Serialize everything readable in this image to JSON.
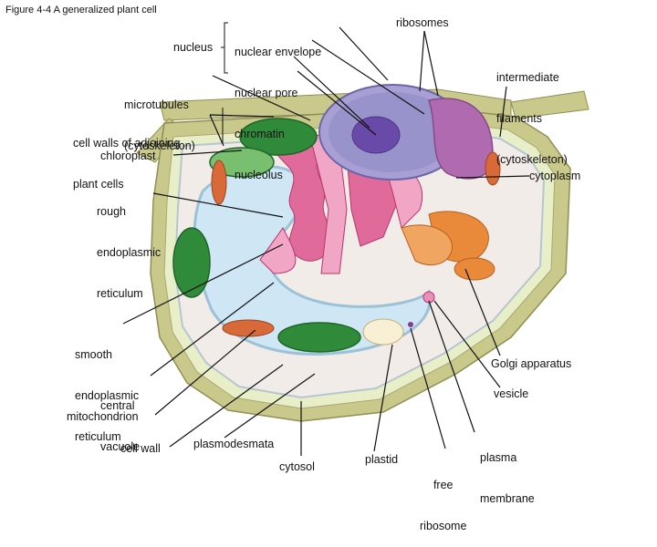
{
  "figure_title": "Figure 4-4 A generalized plant cell",
  "labels": {
    "nuclear_envelope": "nuclear envelope",
    "nuclear_pore": "nuclear pore",
    "chromatin": "chromatin",
    "nucleolus": "nucleolus",
    "nucleus": "nucleus",
    "ribosomes": "ribosomes",
    "intermediate_filaments": [
      "intermediate",
      "filaments",
      "(cytoskeleton)"
    ],
    "microtubules": [
      "microtubules",
      "(cytoskeleton)"
    ],
    "cell_walls": [
      "cell walls of adjoining",
      "plant cells"
    ],
    "chloroplast": "chloroplast",
    "cytoplasm": "cytoplasm",
    "rough_er": [
      "rough",
      "endoplasmic",
      "reticulum"
    ],
    "smooth_er": [
      "smooth",
      "endoplasmic",
      "reticulum"
    ],
    "golgi": "Golgi apparatus",
    "central_vacuole": [
      "central",
      "vacuole"
    ],
    "vesicle": "vesicle",
    "mitochondrion": "mitochondrion",
    "plasma_membrane": [
      "plasma",
      "membrane"
    ],
    "cell_wall": "cell wall",
    "plasmodesmata": "plasmodesmata",
    "cytosol": "cytosol",
    "plastid": "plastid",
    "free_ribosome": [
      "free",
      "ribosome"
    ]
  },
  "colors": {
    "cell_wall": "#c9c98c",
    "cell_wall_dark": "#9a9a5e",
    "cytoplasm": "#f3eef0",
    "vacuole": "#cfe6f4",
    "vacuole_edge": "#9cc2d8",
    "nucleus": "#8d89c4",
    "nucleolus": "#6a4aa8",
    "rough_er": "#d9508a",
    "rough_er_light": "#ef9ec0",
    "golgi": "#e88a3a",
    "chloroplast": "#2f8a3a",
    "chloroplast_light": "#78c070",
    "mitochondrion": "#d86a3a",
    "ribosome_region": "#b06bb0",
    "leader_line": "#111111"
  }
}
